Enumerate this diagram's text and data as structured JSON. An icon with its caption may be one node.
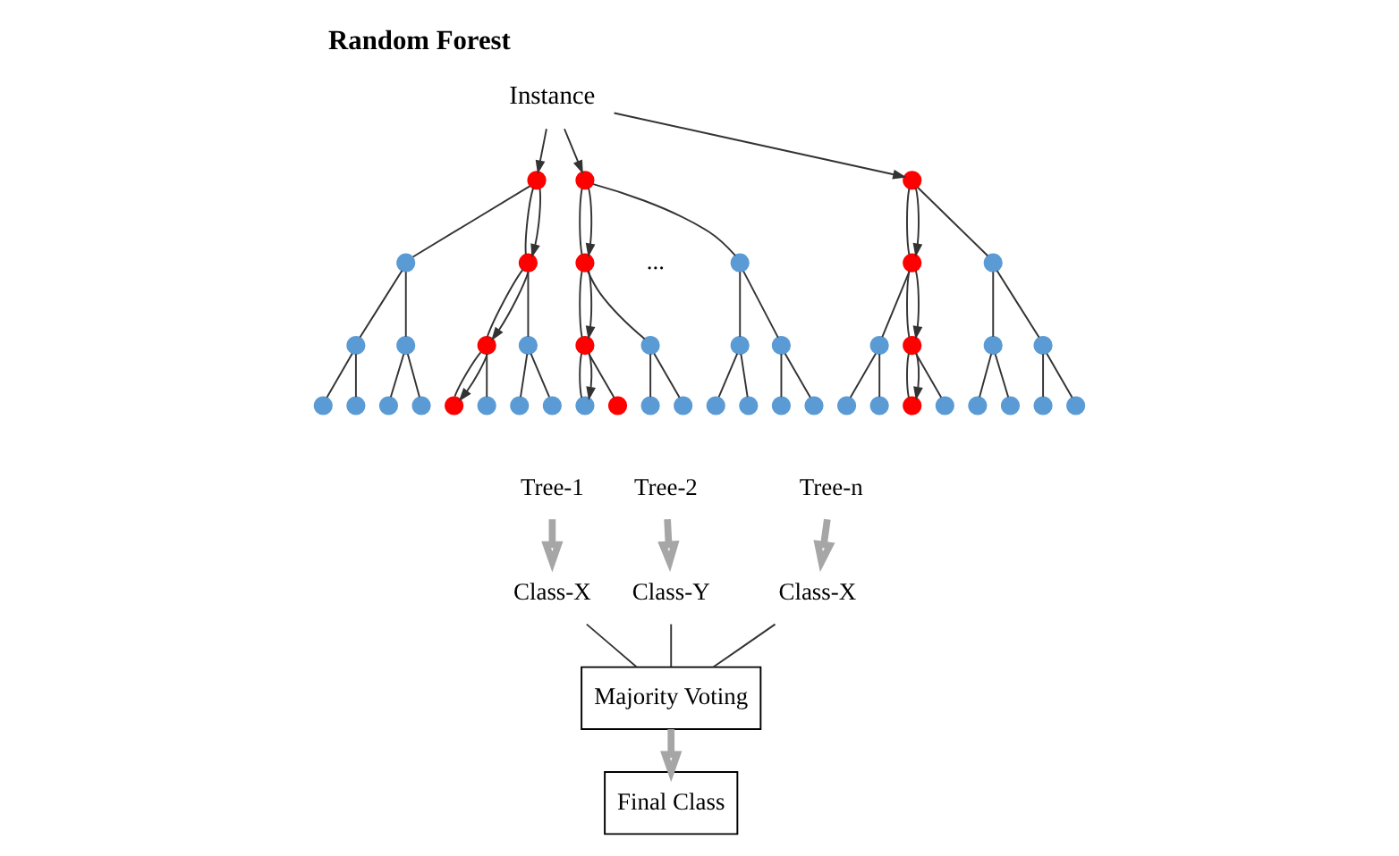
{
  "diagram": {
    "title": "Random Forest",
    "nodes": [
      {
        "text": [
          "Instance"
        ]
      },
      {
        "text": [],
        "shape": "circle"
      },
      {
        "text": [],
        "shape": "circle"
      },
      {
        "text": [],
        "shape": "circle"
      },
      {
        "text": [],
        "shape": "circle"
      },
      {
        "text": [],
        "shape": "circle"
      },
      {
        "text": [],
        "shape": "circle"
      },
      {
        "text": [],
        "shape": "circle"
      },
      {
        "text": [],
        "shape": "circle"
      },
      {
        "text": [],
        "shape": "circle"
      },
      {
        "text": [],
        "shape": "circle"
      },
      {
        "text": [],
        "shape": "circle"
      },
      {
        "text": [],
        "shape": "circle"
      },
      {
        "text": [],
        "shape": "circle"
      },
      {
        "text": [],
        "shape": "circle"
      },
      {
        "text": [],
        "shape": "circle"
      },
      {
        "text": [],
        "shape": "circle"
      },
      {
        "text": [],
        "shape": "circle"
      },
      {
        "text": [],
        "shape": "circle"
      },
      {
        "text": [],
        "shape": "circle"
      },
      {
        "text": [],
        "shape": "circle"
      },
      {
        "text": [],
        "shape": "circle"
      },
      {
        "text": [],
        "shape": "circle"
      },
      {
        "text": [],
        "shape": "circle"
      },
      {
        "text": [],
        "shape": "circle"
      },
      {
        "text": [],
        "shape": "circle"
      },
      {
        "text": [],
        "shape": "circle"
      },
      {
        "text": [],
        "shape": "circle"
      },
      {
        "text": [],
        "shape": "circle"
      },
      {
        "text": [],
        "shape": "circle"
      },
      {
        "text": [],
        "shape": "circle"
      },
      {
        "text": [],
        "shape": "circle"
      },
      {
        "text": [],
        "shape": "circle"
      },
      {
        "text": [],
        "shape": "circle"
      },
      {
        "text": [],
        "shape": "circle"
      },
      {
        "text": [],
        "shape": "circle"
      },
      {
        "text": [],
        "shape": "circle"
      },
      {
        "text": [],
        "shape": "circle"
      },
      {
        "text": [],
        "shape": "circle"
      },
      {
        "text": [],
        "shape": "circle"
      },
      {
        "text": [],
        "shape": "circle"
      },
      {
        "text": [],
        "shape": "circle"
      },
      {
        "text": [],
        "shape": "circle"
      },
      {
        "text": [],
        "shape": "circle"
      },
      {
        "text": [],
        "shape": "circle"
      },
      {
        "text": [],
        "shape": "circle"
      },
      {
        "text": [
          "Tree-1"
        ]
      },
      {
        "text": [
          "Tree-2"
        ]
      },
      {
        "text": [
          "Tree-n"
        ]
      },
      {
        "text": [
          "Class-X"
        ]
      },
      {
        "text": [
          "Class-Y"
        ]
      },
      {
        "text": [
          "Class-X"
        ]
      },
      {
        "text": [
          "Majority Voting"
        ]
      },
      {
        "text": [
          "Final Class"
        ]
      }
    ],
    "edges": [
      {
        "from": 0,
        "to": 1,
        "arrow": "to"
      },
      {
        "from": 0,
        "to": 16,
        "arrow": "to"
      },
      {
        "from": 0,
        "to": 31,
        "arrow": "to"
      },
      {
        "from": 1,
        "to": 2,
        "arrow": "none"
      },
      {
        "from": 1,
        "to": 3,
        "arrow": "none"
      },
      {
        "from": 2,
        "to": 4,
        "arrow": "none"
      },
      {
        "from": 2,
        "to": 5,
        "arrow": "none"
      },
      {
        "from": 3,
        "to": 6,
        "arrow": "none"
      },
      {
        "from": 3,
        "to": 7,
        "arrow": "none"
      },
      {
        "from": 4,
        "to": 8,
        "arrow": "none"
      },
      {
        "from": 4,
        "to": 9,
        "arrow": "none"
      },
      {
        "from": 5,
        "to": 10,
        "arrow": "none"
      },
      {
        "from": 5,
        "to": 11,
        "arrow": "none"
      },
      {
        "from": 6,
        "to": 12,
        "arrow": "none"
      },
      {
        "from": 6,
        "to": 13,
        "arrow": "none"
      },
      {
        "from": 7,
        "to": 14,
        "arrow": "none"
      },
      {
        "from": 7,
        "to": 15,
        "arrow": "none"
      },
      {
        "from": 1,
        "to": 3,
        "arrow": "to"
      },
      {
        "from": 3,
        "to": 6,
        "arrow": "to"
      },
      {
        "from": 6,
        "to": 12,
        "arrow": "to"
      },
      {
        "from": 16,
        "to": 17,
        "arrow": "none"
      },
      {
        "from": 16,
        "to": 18,
        "arrow": "none"
      },
      {
        "from": 17,
        "to": 19,
        "arrow": "none"
      },
      {
        "from": 17,
        "to": 20,
        "arrow": "none"
      },
      {
        "from": 18,
        "to": 21,
        "arrow": "none"
      },
      {
        "from": 18,
        "to": 22,
        "arrow": "none"
      },
      {
        "from": 19,
        "to": 23,
        "arrow": "none"
      },
      {
        "from": 19,
        "to": 24,
        "arrow": "none"
      },
      {
        "from": 20,
        "to": 25,
        "arrow": "none"
      },
      {
        "from": 20,
        "to": 26,
        "arrow": "none"
      },
      {
        "from": 21,
        "to": 27,
        "arrow": "none"
      },
      {
        "from": 21,
        "to": 28,
        "arrow": "none"
      },
      {
        "from": 22,
        "to": 29,
        "arrow": "none"
      },
      {
        "from": 22,
        "to": 30,
        "arrow": "none"
      },
      {
        "from": 16,
        "to": 17,
        "arrow": "to"
      },
      {
        "from": 17,
        "to": 19,
        "arrow": "to"
      },
      {
        "from": 19,
        "to": 23,
        "arrow": "to"
      },
      {
        "from": 31,
        "to": 32,
        "arrow": "none"
      },
      {
        "from": 31,
        "to": 33,
        "arrow": "none"
      },
      {
        "from": 32,
        "to": 34,
        "arrow": "none"
      },
      {
        "from": 32,
        "to": 35,
        "arrow": "none"
      },
      {
        "from": 33,
        "to": 36,
        "arrow": "none"
      },
      {
        "from": 33,
        "to": 37,
        "arrow": "none"
      },
      {
        "from": 34,
        "to": 38,
        "arrow": "none"
      },
      {
        "from": 34,
        "to": 39,
        "arrow": "none"
      },
      {
        "from": 35,
        "to": 40,
        "arrow": "none"
      },
      {
        "from": 35,
        "to": 41,
        "arrow": "none"
      },
      {
        "from": 36,
        "to": 42,
        "arrow": "none"
      },
      {
        "from": 36,
        "to": 43,
        "arrow": "none"
      },
      {
        "from": 37,
        "to": 44,
        "arrow": "none"
      },
      {
        "from": 37,
        "to": 45,
        "arrow": "none"
      },
      {
        "from": 31,
        "to": 32,
        "arrow": "to"
      },
      {
        "from": 32,
        "to": 35,
        "arrow": "to"
      },
      {
        "from": 35,
        "to": 40,
        "arrow": "to"
      },
      {
        "from": 46,
        "to": 49,
        "arrow": "to",
        "style": "thick",
        "color": "#a6a6a6"
      },
      {
        "from": 47,
        "to": 50,
        "arrow": "to",
        "style": "thick",
        "color": "#a6a6a6"
      },
      {
        "from": 48,
        "to": 51,
        "arrow": "to",
        "style": "thick",
        "color": "#a6a6a6"
      },
      {
        "from": 49,
        "to": 52,
        "arrow": "none"
      },
      {
        "from": 50,
        "to": 52,
        "arrow": "none"
      },
      {
        "from": 51,
        "to": 52,
        "arrow": "none"
      },
      {
        "from": 52,
        "to": 53,
        "arrow": "to",
        "style": "thick",
        "color": "#a6a6a6"
      }
    ],
    "labels": [
      "..."
    ]
  }
}
